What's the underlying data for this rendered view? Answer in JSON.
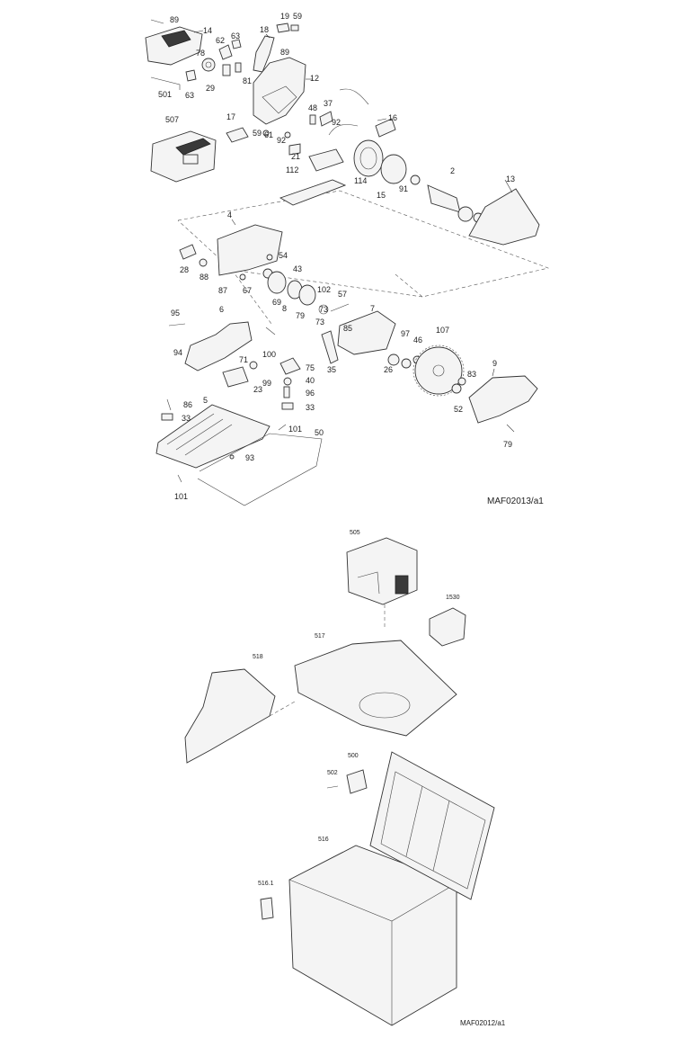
{
  "saw_diagram": {
    "code": "MAF02013/a1",
    "callouts": [
      "89",
      "14",
      "19",
      "59",
      "63",
      "18",
      "78",
      "62",
      "89",
      "501",
      "63",
      "29",
      "81",
      "12",
      "48",
      "37",
      "507",
      "17",
      "59",
      "61",
      "92",
      "16",
      "92",
      "21",
      "112",
      "114",
      "15",
      "91",
      "2",
      "13",
      "4",
      "28",
      "88",
      "54",
      "43",
      "87",
      "67",
      "69",
      "8",
      "102",
      "73",
      "57",
      "79",
      "73",
      "7",
      "95",
      "6",
      "85",
      "97",
      "46",
      "107",
      "100",
      "94",
      "71",
      "75",
      "35",
      "26",
      "99",
      "40",
      "23",
      "96",
      "86",
      "5",
      "33",
      "33",
      "101",
      "83",
      "9",
      "52",
      "50",
      "93",
      "79",
      "101"
    ]
  },
  "case_diagram": {
    "code": "MAF02012/a1",
    "callouts": [
      "505",
      "1530",
      "517",
      "518",
      "500",
      "502",
      "516",
      "516.1"
    ]
  }
}
